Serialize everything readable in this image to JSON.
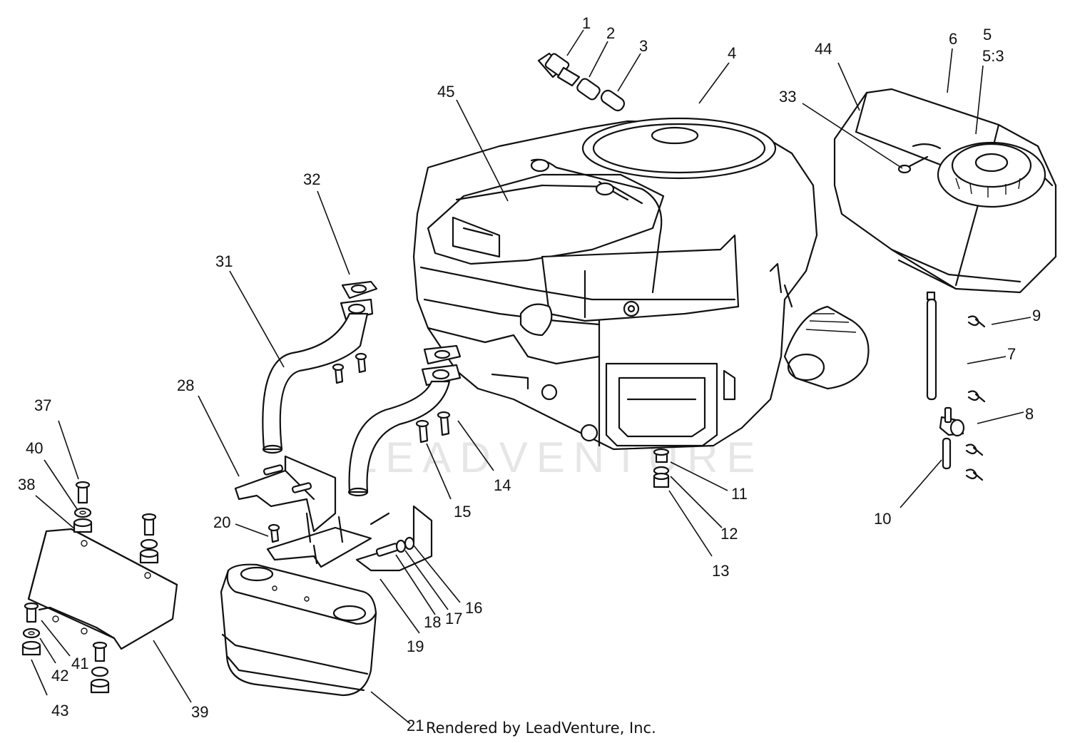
{
  "watermark": "LEADVENTURE",
  "credit": "Rendered by LeadVenture, Inc.",
  "callouts": {
    "c1": "1",
    "c2": "2",
    "c3": "3",
    "c4": "4",
    "c5": "5",
    "c5_3": "5:3",
    "c6": "6",
    "c7": "7",
    "c8": "8",
    "c9": "9",
    "c10": "10",
    "c11": "11",
    "c12": "12",
    "c13": "13",
    "c14": "14",
    "c15": "15",
    "c16": "16",
    "c17": "17",
    "c18": "18",
    "c19": "19",
    "c20": "20",
    "c21": "21",
    "c28": "28",
    "c31": "31",
    "c32": "32",
    "c33": "33",
    "c37": "37",
    "c38": "38",
    "c39": "39",
    "c40": "40",
    "c41": "41",
    "c42": "42",
    "c43": "43",
    "c44": "44",
    "c45": "45"
  }
}
